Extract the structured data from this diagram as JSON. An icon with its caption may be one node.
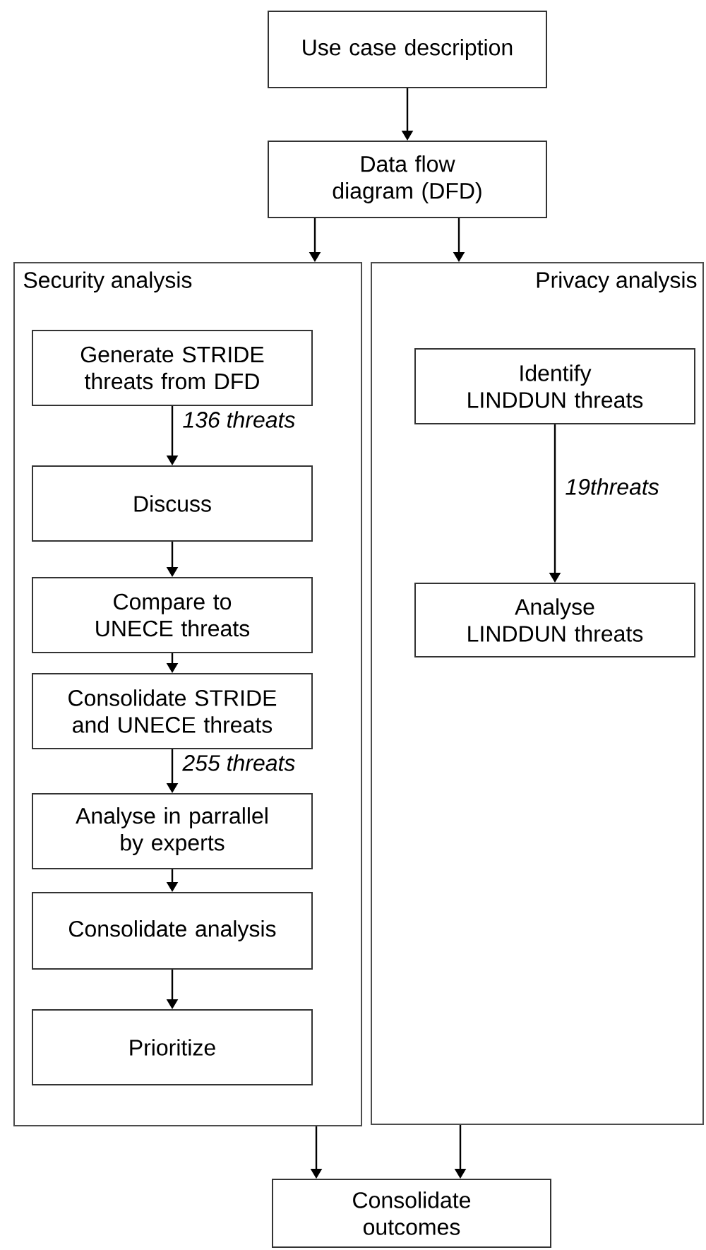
{
  "diagram": {
    "nodes": [
      {
        "text": [
          "Use case description"
        ]
      },
      {
        "text": [
          "Data flow diagram (DFD)"
        ]
      },
      {
        "text": [
          "Security analysis"
        ]
      },
      {
        "text": [
          "Privacy analysis"
        ]
      },
      {
        "text": [
          "Generate STRIDE threats from DFD"
        ],
        "in": 2
      },
      {
        "text": [
          "Discuss"
        ],
        "in": 2
      },
      {
        "text": [
          "Compare to UNECE threats"
        ],
        "in": 2
      },
      {
        "text": [
          "Consolidate STRIDE and UNECE threats"
        ],
        "in": 2
      },
      {
        "text": [
          "Analyse in parrallel by experts"
        ],
        "in": 2
      },
      {
        "text": [
          "Consolidate analysis"
        ],
        "in": 2
      },
      {
        "text": [
          "Prioritize"
        ],
        "in": 2
      },
      {
        "text": [
          "Identify LINDDUN threats"
        ],
        "in": 3
      },
      {
        "text": [
          "Analyse LINDDUN threats"
        ],
        "in": 3
      },
      {
        "text": [
          "Consolidate outcomes"
        ]
      }
    ],
    "edges": [
      {
        "from": 0,
        "to": 1,
        "arrow": "to"
      },
      {
        "from": 1,
        "to": 2,
        "arrow": "to"
      },
      {
        "from": 1,
        "to": 3,
        "arrow": "to"
      },
      {
        "from": 4,
        "to": 5,
        "arrow": "to",
        "label": "136 threats"
      },
      {
        "from": 5,
        "to": 6,
        "arrow": "to"
      },
      {
        "from": 6,
        "to": 7,
        "arrow": "to"
      },
      {
        "from": 7,
        "to": 8,
        "arrow": "to",
        "label": "255 threats"
      },
      {
        "from": 8,
        "to": 9,
        "arrow": "to"
      },
      {
        "from": 9,
        "to": 10,
        "arrow": "to"
      },
      {
        "from": 11,
        "to": 12,
        "arrow": "to",
        "label": "19threats"
      },
      {
        "from": 2,
        "to": 13,
        "arrow": "to"
      },
      {
        "from": 3,
        "to": 13,
        "arrow": "to"
      }
    ]
  }
}
